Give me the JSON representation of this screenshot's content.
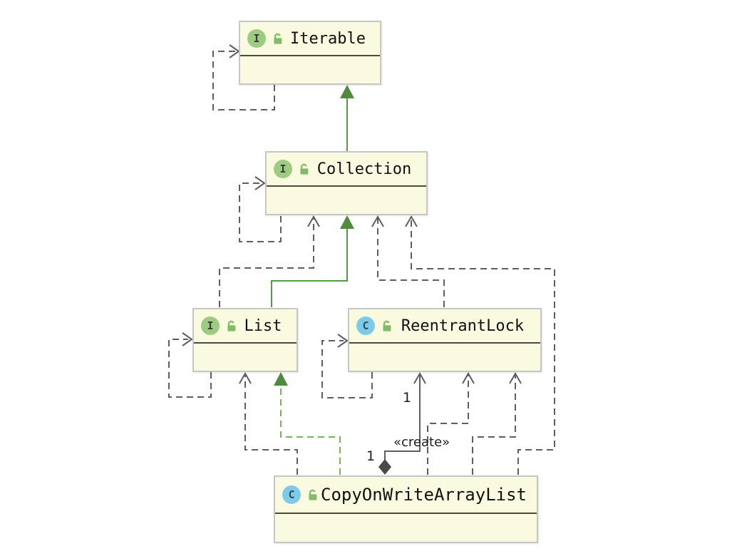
{
  "classes": {
    "iterable": {
      "name": "Iterable",
      "kind": "interface",
      "icon_letter": "I",
      "lock_state": "unlocked"
    },
    "collection": {
      "name": "Collection",
      "kind": "interface",
      "icon_letter": "I",
      "lock_state": "unlocked"
    },
    "list": {
      "name": "List",
      "kind": "interface",
      "icon_letter": "I",
      "lock_state": "unlocked"
    },
    "reentrantlock": {
      "name": "ReentrantLock",
      "kind": "class",
      "icon_letter": "C",
      "lock_state": "unlocked"
    },
    "copyonwritearraylist": {
      "name": "CopyOnWriteArrayList",
      "kind": "class",
      "icon_letter": "C",
      "lock_state": "unlocked"
    }
  },
  "labels": {
    "create_stereotype": "«create»",
    "multiplicity_target": "1",
    "multiplicity_source": "1"
  },
  "colors": {
    "box_fill": "#fafae0",
    "box_border": "#c6c6c6",
    "compartment_divider": "#4b4b3e",
    "interface_icon": "#9dcb82",
    "class_icon": "#7ecbe9",
    "lock_icon": "#83bb66",
    "inheritance_green": "#579a46",
    "realization_green": "#79b45c",
    "dependency_gray": "#5e5e5e",
    "composition_diamond": "#4a4a4a"
  }
}
